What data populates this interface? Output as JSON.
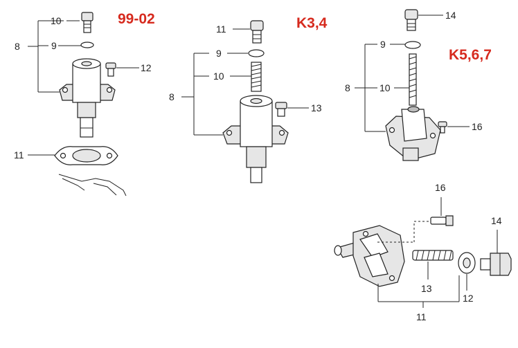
{
  "accent_color": "#d62a1e",
  "groups": {
    "g1": {
      "variant": "99-02",
      "callouts": {
        "a": "10",
        "b": "8",
        "c": "9",
        "d": "12",
        "e": "11"
      }
    },
    "g2": {
      "variant": "K3,4",
      "callouts": {
        "a": "11",
        "b": "9",
        "c": "8",
        "d": "10",
        "e": "13"
      }
    },
    "g3": {
      "variant": "K5,6,7",
      "callouts": {
        "a": "14",
        "b": "9",
        "c": "8",
        "d": "10",
        "e": "16"
      }
    },
    "g4": {
      "callouts": {
        "a": "16",
        "b": "14",
        "c": "13",
        "d": "12",
        "e": "11"
      }
    }
  }
}
